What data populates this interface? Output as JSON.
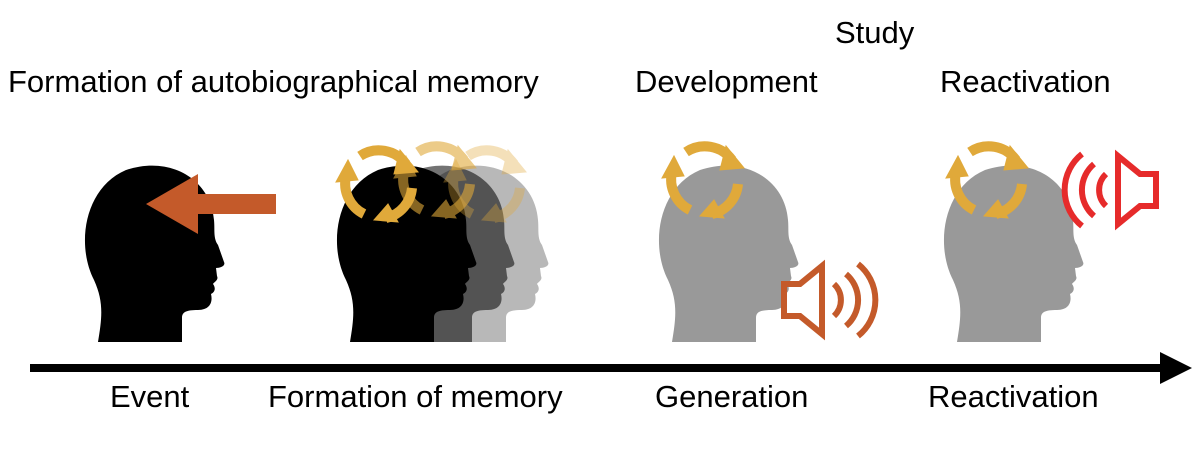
{
  "labels": {
    "study": "Study",
    "formation_autobiographical": "Formation of autobiographical memory",
    "development": "Development",
    "reactivation_top": "Reactivation",
    "event": "Event",
    "formation_memory": "Formation of memory",
    "generation": "Generation",
    "reactivation_bottom": "Reactivation"
  },
  "colors": {
    "head_black": "#000000",
    "head_grey": "#999999",
    "arrow_orange": "#c45a2a",
    "cycle_gold": "#e0a93a",
    "speaker_orange": "#c45a2a",
    "speaker_red": "#e62b2b",
    "timeline": "#000000"
  },
  "icons": {
    "head": "head-silhouette-icon",
    "cycle": "cycle-arrows-icon",
    "speaker": "speaker-icon",
    "arrow": "arrow-left-icon"
  }
}
